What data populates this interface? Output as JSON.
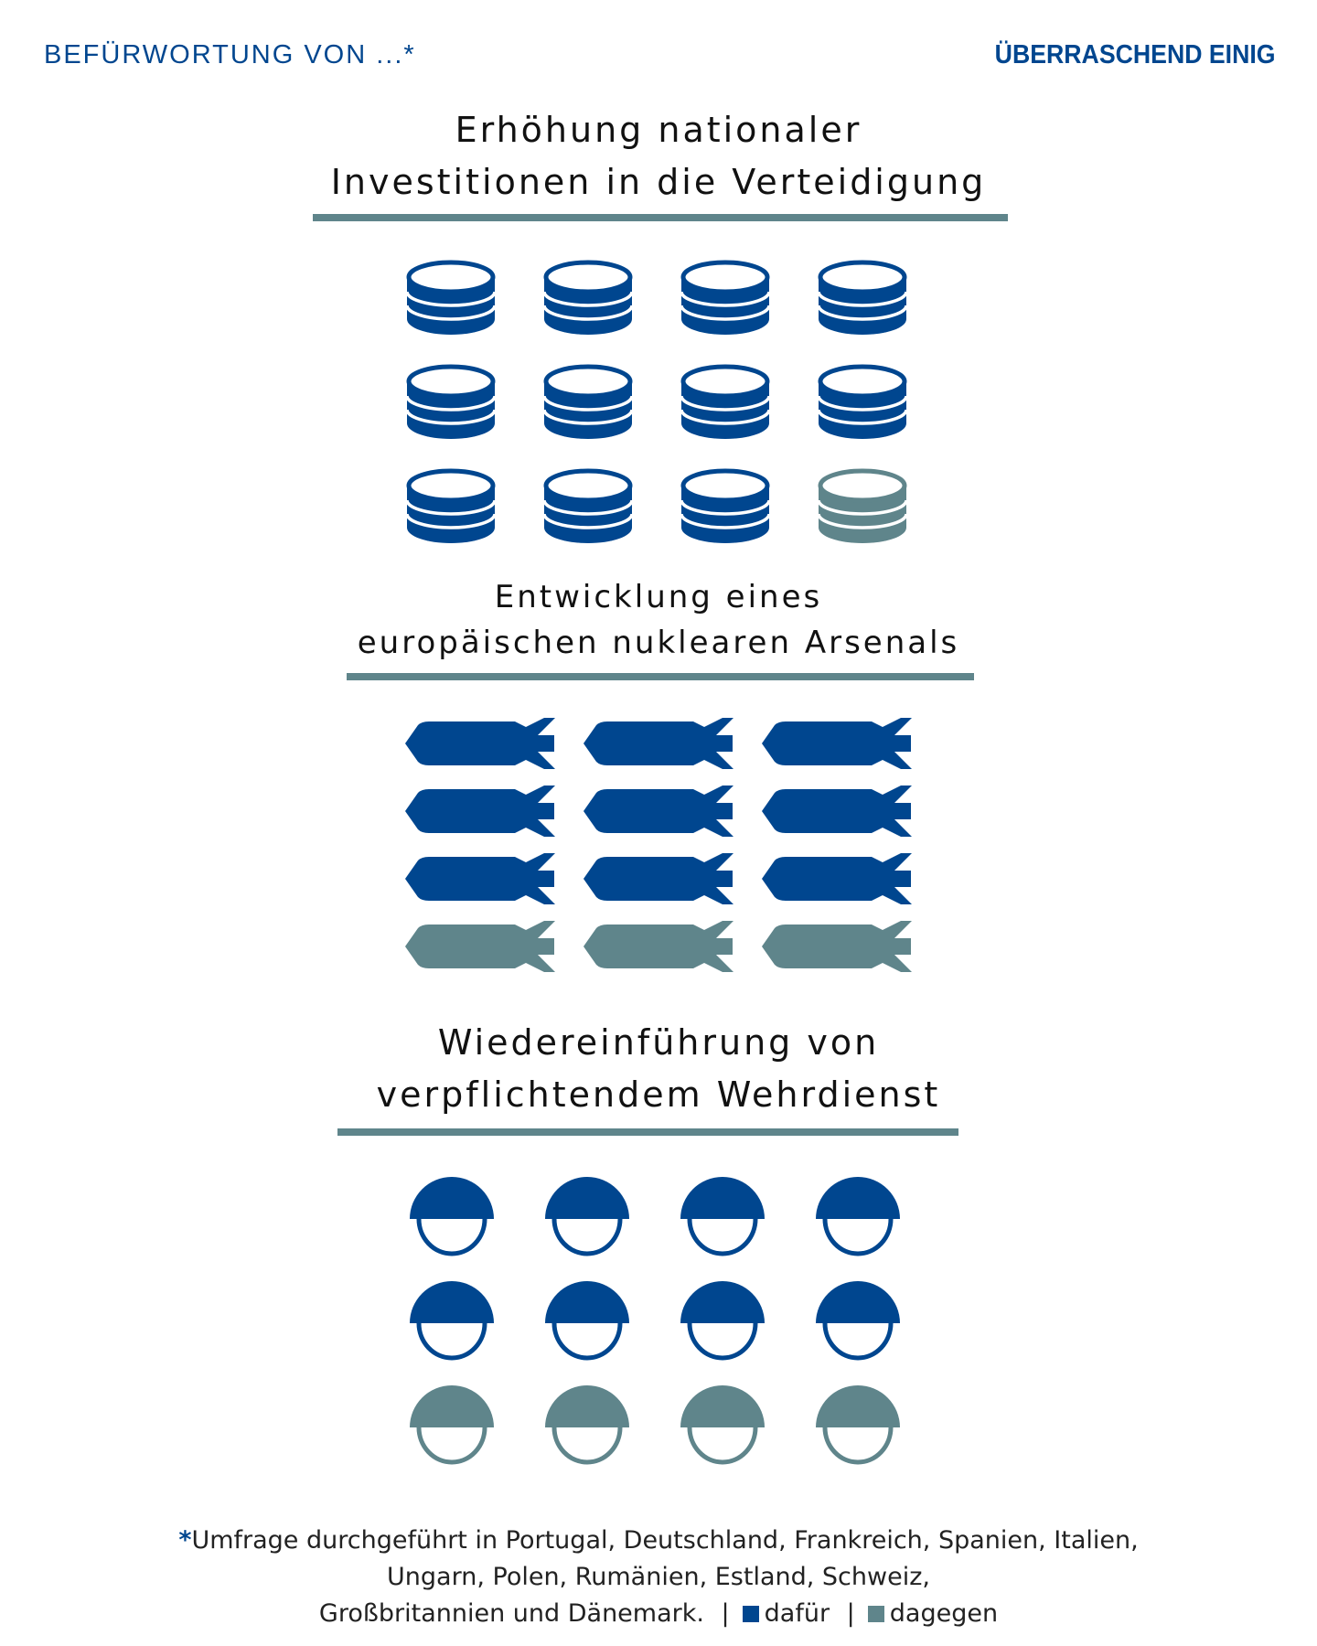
{
  "header": {
    "left": "BEFÜRWORTUNG VON ...*",
    "right": "ÜBERRASCHEND EINIG"
  },
  "colors": {
    "for": "#00468f",
    "against": "#5f858b"
  },
  "chart_data": [
    {
      "type": "pictogram",
      "title_lines": [
        "Erhöhung nationaler",
        "Investitionen in die Verteidigung"
      ],
      "icon": "coin-stack-icon",
      "total": 12,
      "for": 11,
      "against": 1
    },
    {
      "type": "pictogram",
      "title_lines": [
        "Entwicklung eines",
        "europäischen nuklearen Arsenals"
      ],
      "icon": "bomb-icon",
      "total": 12,
      "for": 9,
      "against": 3
    },
    {
      "type": "pictogram",
      "title_lines": [
        "Wiedereinführung von",
        "verpflichtendem Wehrdienst"
      ],
      "icon": "helmet-icon",
      "total": 12,
      "for": 8,
      "against": 4
    }
  ],
  "footnote": {
    "star": "*",
    "lines": [
      "Umfrage durchgeführt in Portugal, Deutschland, Frankreich, Spanien, Italien,",
      "Ungarn, Polen, Rumänien, Estland, Schweiz,",
      "Großbritannien und Dänemark."
    ],
    "separator": "|",
    "legend_for": "dafür",
    "legend_against": "dagegen"
  }
}
